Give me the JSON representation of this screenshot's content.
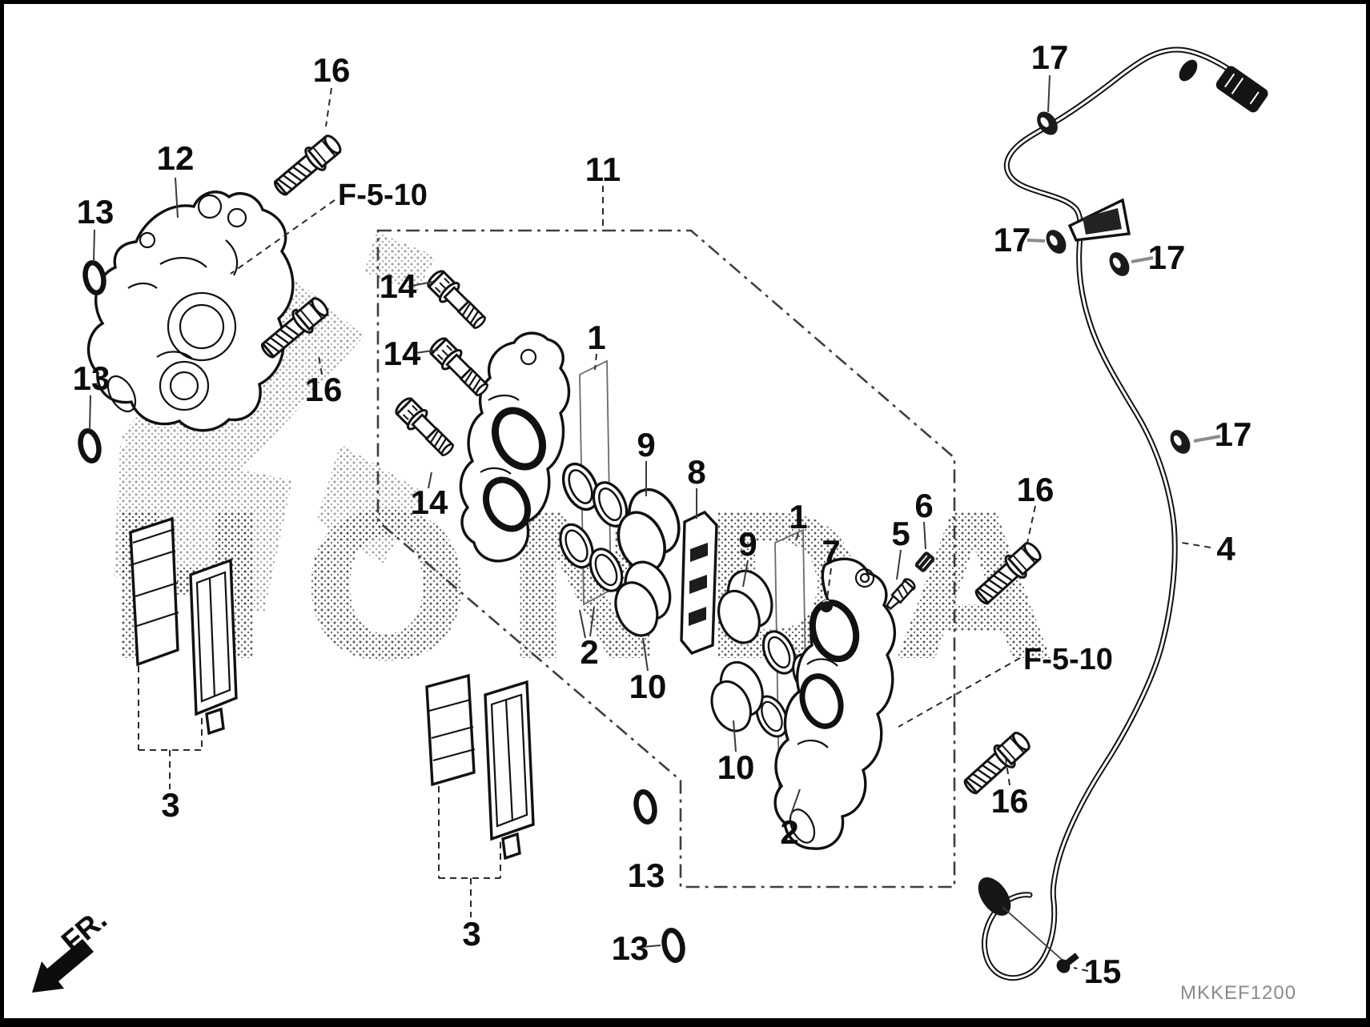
{
  "diagram": {
    "code": "MKKEF1200",
    "watermark": "HONDA",
    "direction_label": "FR.",
    "ref_links": {
      "upper": "F-5-10",
      "lower": "F-5-10"
    },
    "callouts": {
      "c1_left": "1",
      "c1_right": "1",
      "c2_left": "2",
      "c2_right": "2",
      "c3_left": "3",
      "c3_center": "3",
      "c4": "4",
      "c5": "5",
      "c6": "6",
      "c7": "7",
      "c8": "8",
      "c9_left": "9",
      "c9_right": "9",
      "c10_left": "10",
      "c10_right": "10",
      "c11": "11",
      "c12": "12",
      "c13_upper": "13",
      "c13_lower": "13",
      "c13_center": "13",
      "c13_bottom": "13",
      "c14_top": "14",
      "c14_mid": "14",
      "c14_bottom": "14",
      "c15": "15",
      "c16_top": "16",
      "c16_left": "16",
      "c16_right": "16",
      "c16_bottom": "16",
      "c17_top": "17",
      "c17_left": "17",
      "c17_right": "17",
      "c17_mid": "17"
    }
  },
  "colors": {
    "background": "#ffffff",
    "line": "#111111",
    "frame": "#000000",
    "leader_gray": "#8c8c8c",
    "code_gray": "#8a8a8a"
  }
}
